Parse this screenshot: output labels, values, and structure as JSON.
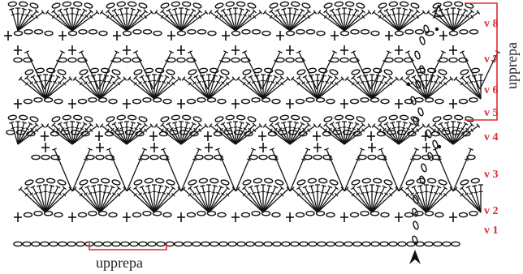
{
  "rows": [
    {
      "label": "v 1"
    },
    {
      "label": "v 2"
    },
    {
      "label": "v 3"
    },
    {
      "label": "v 4"
    },
    {
      "label": "v 5"
    },
    {
      "label": "v 6"
    },
    {
      "label": "v 7"
    },
    {
      "label": "v 8"
    }
  ],
  "repeat_label_bottom": "upprepa",
  "repeat_label_right": "upprepa",
  "colors": {
    "ink": "#111111",
    "accent": "#e0272f"
  },
  "symbols": {
    "chain": "oval",
    "single_crochet": "plus",
    "double_crochet": "stem-with-bar",
    "slip_stitch": "dot",
    "start_marker": "arrowhead",
    "end_marker": "open-arrowhead"
  }
}
